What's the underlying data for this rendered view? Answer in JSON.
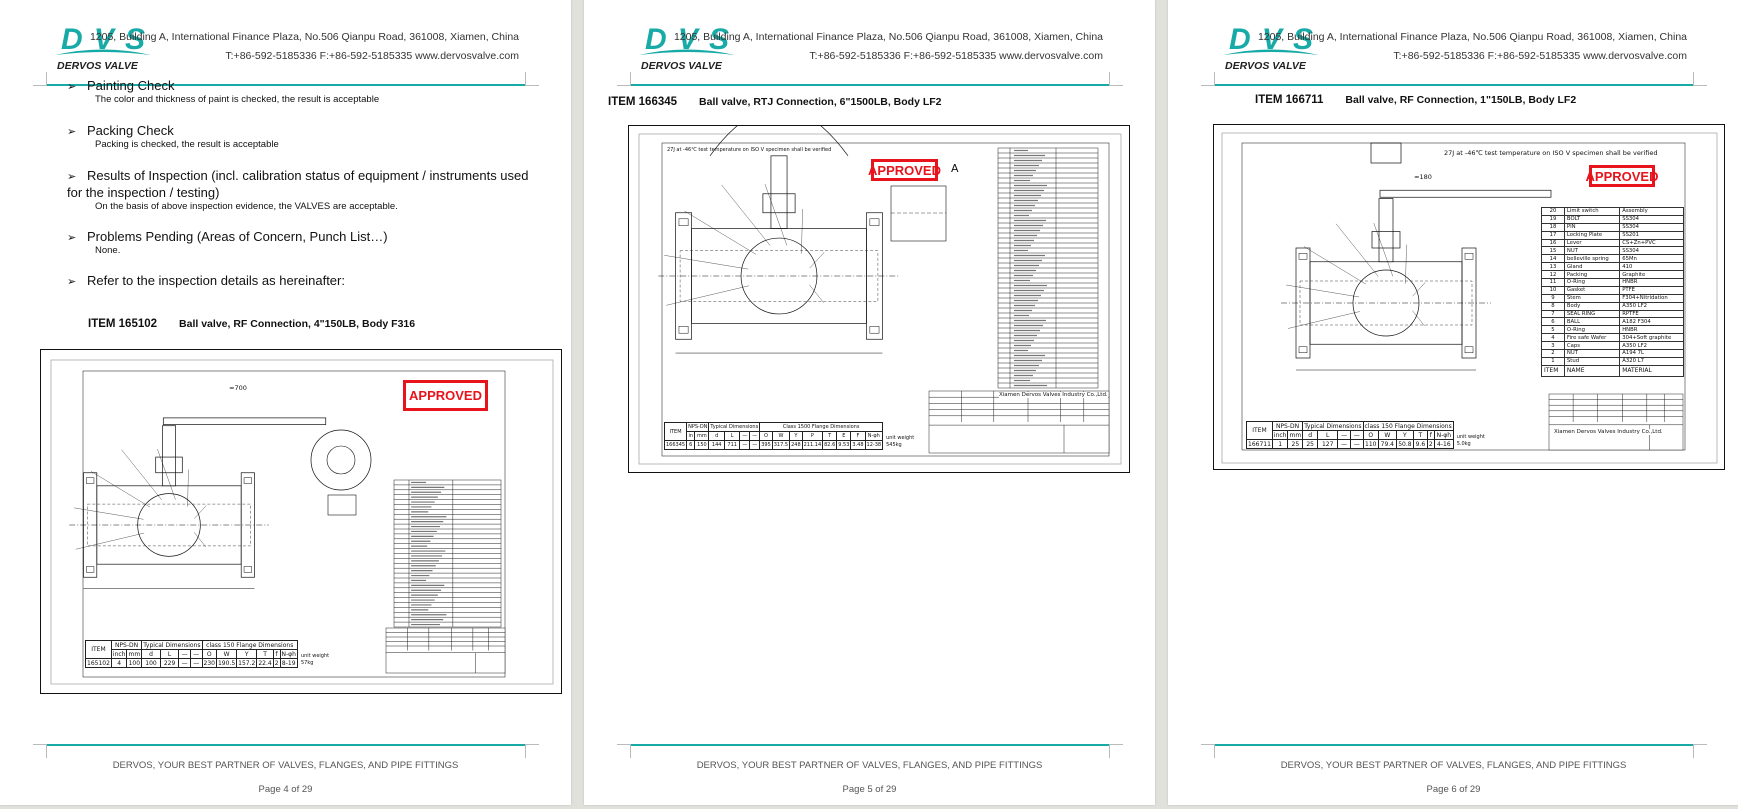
{
  "header": {
    "logo_text": "DVS",
    "logo_subtext": "DERVOS VALVE",
    "address": "1205, Building A, International Finance Plaza, No.506 Qianpu Road, 361008, Xiamen, China",
    "contact": "T:+86-592-5185336   F:+86-592-5185335   www.dervosvalve.com",
    "brand_color": "#18aaa6"
  },
  "footer": {
    "slogan": "DERVOS, YOUR BEST PARTNER OF VALVES, FLANGES, AND PIPE FITTINGS"
  },
  "stamp": {
    "label": "APPROVED",
    "color": "#e8141b"
  },
  "pages": [
    {
      "page_number": "Page 4 of 29",
      "sections": [
        {
          "title": "Painting Check",
          "desc": "The color and thickness of paint is checked, the result is acceptable"
        },
        {
          "title": "Packing Check",
          "desc": "Packing is checked, the result is acceptable"
        },
        {
          "title": "Results of Inspection (incl. calibration status of equipment / instruments used",
          "title2": "for the inspection / testing)",
          "desc": "On the basis of above inspection evidence, the VALVES are acceptable."
        },
        {
          "title": "Problems Pending (Areas of Concern, Punch List…)",
          "desc": "None."
        },
        {
          "title": "Refer to the inspection details as hereinafter:"
        }
      ],
      "item": {
        "code": "ITEM 165102",
        "desc": "Ball valve, RF Connection, 4\"150LB, Body F316"
      },
      "drawing": {
        "dim_label": "≈700",
        "dims": {
          "item_h": "ITEM",
          "nps_h": "NPS-DN",
          "typ_h": "Typical Dimensions",
          "flange_h": "class 150 Flange Dimensions",
          "sub": [
            "inch",
            "mm",
            "d",
            "L",
            "—",
            "—",
            "O",
            "W",
            "Y",
            "T",
            "f",
            "N-φh"
          ],
          "values": [
            "165102",
            "4",
            "100",
            "100",
            "229",
            "—",
            "—",
            "230",
            "190.5",
            "157.2",
            "22.4",
            "2",
            "8-19"
          ],
          "unit_weight_label": "unit weight",
          "unit_weight": "57kg"
        }
      }
    },
    {
      "page_number": "Page 5 of 29",
      "item": {
        "code": "ITEM 166345",
        "desc": "Ball valve, RTJ Connection, 6\"1500LB, Body LF2"
      },
      "drawing": {
        "note": "27J at -46℃ test temperature on ISO V specimen shall be verified",
        "section_label": "A",
        "dims": {
          "item_h": "ITEM",
          "nps_h": "NPS-DN",
          "typ_h": "Typical Dimensions",
          "flange_h": "Class 1500 Flange Dimensions",
          "sub": [
            "in",
            "mm",
            "d",
            "L",
            "—",
            "—",
            "O",
            "W",
            "Y",
            "P",
            "T",
            "E",
            "F",
            "N-φh"
          ],
          "values": [
            "166345",
            "6",
            "150",
            "144",
            "711",
            "—",
            "—",
            "395",
            "317.5",
            "248",
            "211.14",
            "82.6",
            "9.53",
            "3.48",
            "12-38"
          ],
          "unit_weight_label": "unit weight",
          "unit_weight": "545kg"
        },
        "company": "Xiamen Dervos Valves Industry Co.,Ltd."
      }
    },
    {
      "page_number": "Page 6 of 29",
      "item": {
        "code": "ITEM 166711",
        "desc": "Ball valve, RF Connection, 1\"150LB, Body LF2"
      },
      "drawing": {
        "note": "27J at -46℃ test temperature on ISO V specimen shall be verified",
        "dim_label": "≈180",
        "parts": [
          [
            "20",
            "Limit switch",
            "Assembly"
          ],
          [
            "19",
            "BOLT",
            "SS304"
          ],
          [
            "18",
            "PIN",
            "SS304"
          ],
          [
            "17",
            "Locking Plate",
            "SS201"
          ],
          [
            "16",
            "Lever",
            "CS+Zn+PVC"
          ],
          [
            "15",
            "NUT",
            "SS304"
          ],
          [
            "14",
            "belleville spring",
            "65Mn"
          ],
          [
            "13",
            "Gland",
            "410"
          ],
          [
            "12",
            "Packing",
            "Graphite"
          ],
          [
            "11",
            "O-Ring",
            "HNBR"
          ],
          [
            "10",
            "Gasket",
            "PTFE"
          ],
          [
            "9",
            "Stem",
            "F304+Nitridation"
          ],
          [
            "8",
            "Body",
            "A350 LF2"
          ],
          [
            "7",
            "SEAL RING",
            "RPTFE"
          ],
          [
            "6",
            "BALL",
            "A182 F304"
          ],
          [
            "5",
            "O-Ring",
            "HNBR"
          ],
          [
            "4",
            "Fire safe Wafer",
            "304+Soft graphite"
          ],
          [
            "3",
            "Caps",
            "A350 LF2"
          ],
          [
            "2",
            "NUT",
            "A194 7L"
          ],
          [
            "1",
            "Stud",
            "A320 L7"
          ]
        ],
        "parts_header": [
          "ITEM",
          "NAME",
          "MATERIAL"
        ],
        "dims": {
          "item_h": "ITEM",
          "nps_h": "NPS-DN",
          "typ_h": "Typical Dimensions",
          "flange_h": "class 150 Flange Dimensions",
          "sub": [
            "inch",
            "mm",
            "d",
            "L",
            "—",
            "—",
            "O",
            "W",
            "Y",
            "T",
            "f",
            "N-φh"
          ],
          "values": [
            "166711",
            "1",
            "25",
            "25",
            "127",
            "—",
            "—",
            "110",
            "79.4",
            "50.8",
            "9.6",
            "2",
            "4-16"
          ],
          "unit_weight_label": "unit weight",
          "unit_weight": "5.0kg"
        },
        "company": "Xiamen Dervos Valves Industry Co.,Ltd."
      }
    }
  ]
}
